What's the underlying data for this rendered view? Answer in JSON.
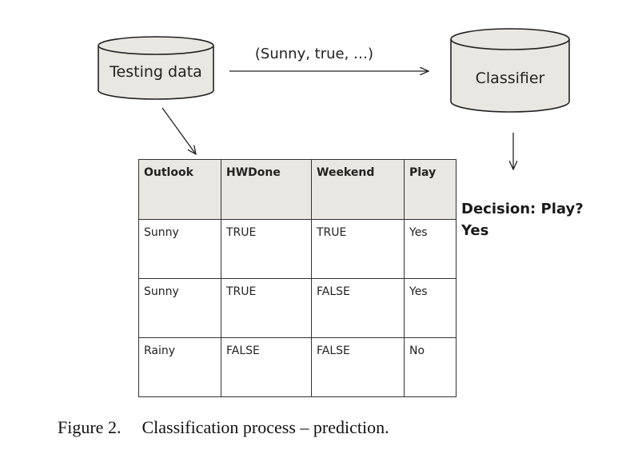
{
  "nodes": {
    "testing_data": "Testing data",
    "classifier": "Classifier"
  },
  "edge_label": "(Sunny, true, …)",
  "table": {
    "headers": [
      "Outlook",
      "HWDone",
      "Weekend",
      "Play"
    ],
    "rows": [
      [
        "Sunny",
        "TRUE",
        "TRUE",
        "Yes"
      ],
      [
        "Sunny",
        "TRUE",
        "FALSE",
        "Yes"
      ],
      [
        "Rainy",
        "FALSE",
        "FALSE",
        "No"
      ]
    ]
  },
  "decision": {
    "line1": "Decision: Play?",
    "line2": "Yes"
  },
  "caption": {
    "number": "Figure 2.",
    "text": "Classification process – prediction."
  },
  "colors": {
    "cylinder_fill": "#e9e7e1",
    "header_fill": "#e9e7e1",
    "stroke": "#222222"
  }
}
